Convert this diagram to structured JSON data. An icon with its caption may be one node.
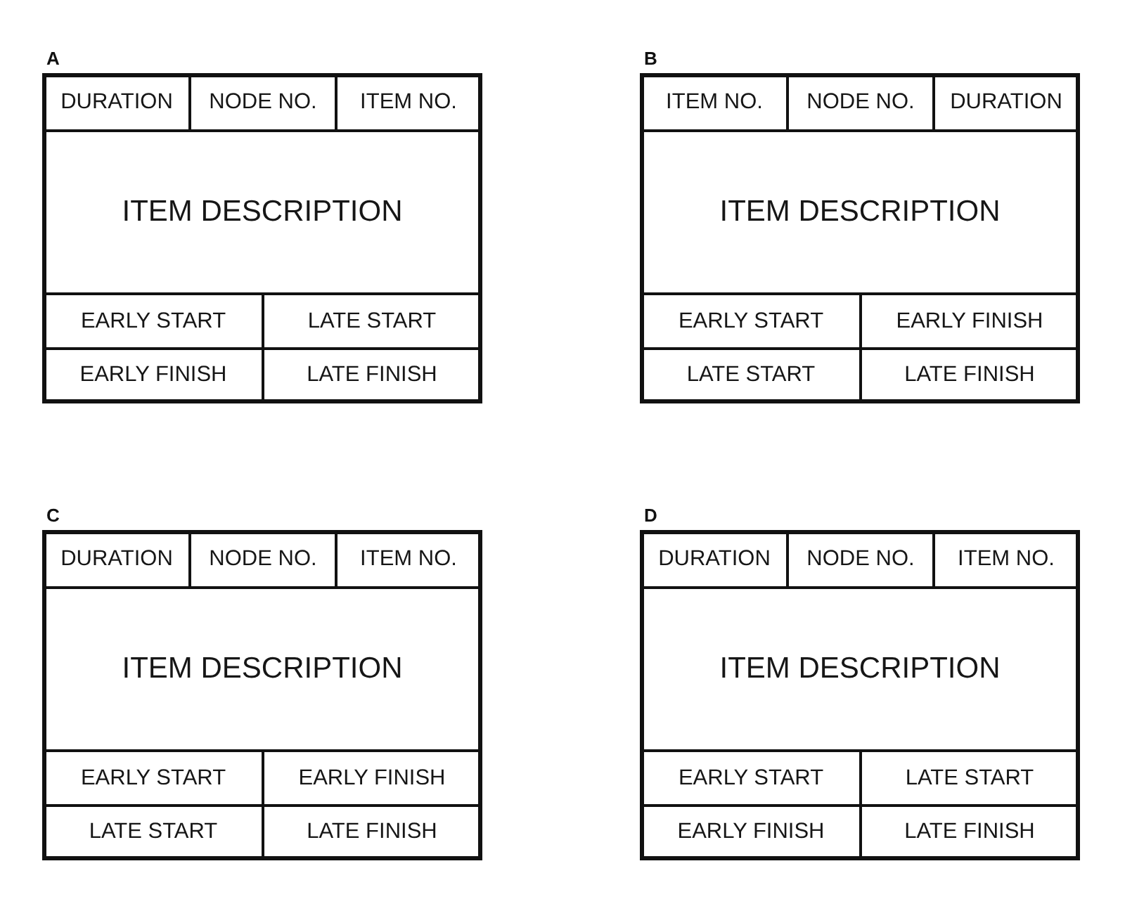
{
  "diagram": {
    "nodes": [
      {
        "text": [
          "A"
        ]
      },
      {
        "text": [
          "DURATION"
        ],
        "in": 0
      },
      {
        "text": [
          "NODE NO."
        ],
        "in": 0
      },
      {
        "text": [
          "ITEM NO."
        ],
        "in": 0
      },
      {
        "text": [
          "ITEM DESCRIPTION"
        ],
        "in": 0
      },
      {
        "text": [
          "EARLY START"
        ],
        "in": 0
      },
      {
        "text": [
          "LATE START"
        ],
        "in": 0
      },
      {
        "text": [
          "EARLY FINISH"
        ],
        "in": 0
      },
      {
        "text": [
          "LATE FINISH"
        ],
        "in": 0
      },
      {
        "text": [
          "B"
        ]
      },
      {
        "text": [
          "ITEM NO."
        ],
        "in": 9
      },
      {
        "text": [
          "NODE NO."
        ],
        "in": 9
      },
      {
        "text": [
          "DURATION"
        ],
        "in": 9
      },
      {
        "text": [
          "ITEM DESCRIPTION"
        ],
        "in": 9
      },
      {
        "text": [
          "EARLY START"
        ],
        "in": 9
      },
      {
        "text": [
          "EARLY FINISH"
        ],
        "in": 9
      },
      {
        "text": [
          "LATE START"
        ],
        "in": 9
      },
      {
        "text": [
          "LATE FINISH"
        ],
        "in": 9
      },
      {
        "text": [
          "C"
        ]
      },
      {
        "text": [
          "DURATION"
        ],
        "in": 18
      },
      {
        "text": [
          "NODE NO."
        ],
        "in": 18
      },
      {
        "text": [
          "ITEM NO."
        ],
        "in": 18
      },
      {
        "text": [
          "ITEM DESCRIPTION"
        ],
        "in": 18
      },
      {
        "text": [
          "EARLY START"
        ],
        "in": 18
      },
      {
        "text": [
          "EARLY FINISH"
        ],
        "in": 18
      },
      {
        "text": [
          "LATE START"
        ],
        "in": 18
      },
      {
        "text": [
          "LATE FINISH"
        ],
        "in": 18
      },
      {
        "text": [
          "D"
        ]
      },
      {
        "text": [
          "DURATION"
        ],
        "in": 27
      },
      {
        "text": [
          "NODE NO."
        ],
        "in": 27
      },
      {
        "text": [
          "ITEM NO."
        ],
        "in": 27
      },
      {
        "text": [
          "ITEM DESCRIPTION"
        ],
        "in": 27
      },
      {
        "text": [
          "EARLY START"
        ],
        "in": 27
      },
      {
        "text": [
          "LATE START"
        ],
        "in": 27
      },
      {
        "text": [
          "EARLY FINISH"
        ],
        "in": 27
      },
      {
        "text": [
          "LATE FINISH"
        ],
        "in": 27
      }
    ]
  }
}
